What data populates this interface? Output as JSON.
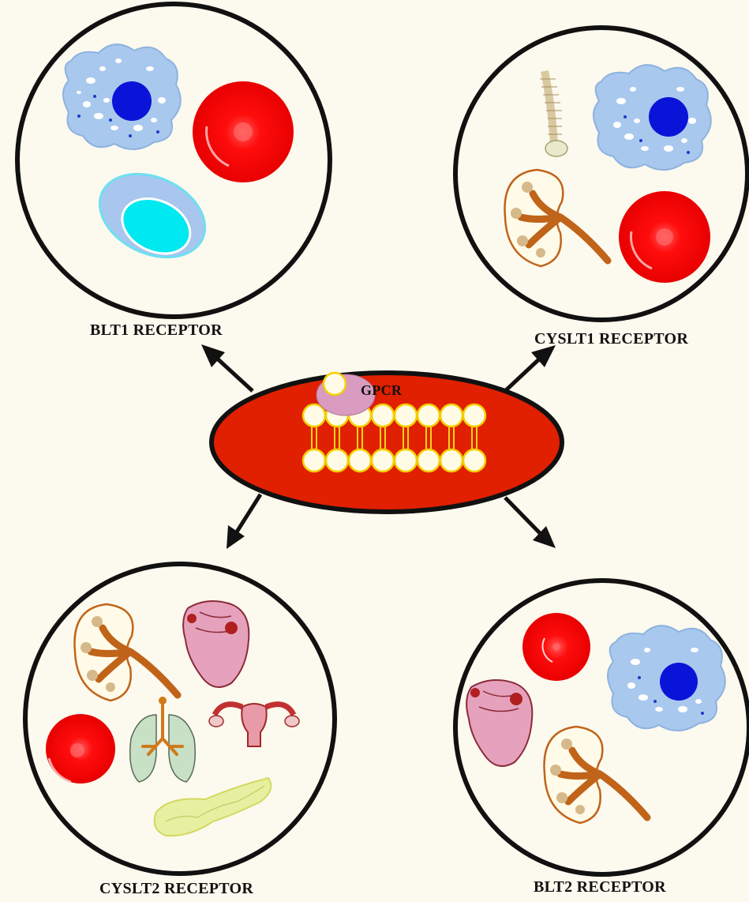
{
  "labels": {
    "blt1": "BLT1 RECEPTOR",
    "cyslt1": "CYSLT1 RECEPTOR",
    "cyslt2": "CYSLT2 RECEPTOR",
    "blt2": "BLT2 RECEPTOR",
    "gpcr": "GPCR"
  },
  "colors": {
    "background": "#fcf9ee",
    "cell_membrane": "#e02000",
    "rbc": "#ff0000",
    "cell_cytoplasm": "#a9c8ee",
    "nucleus": "#0a14d8",
    "kidney": "#c0641a",
    "heart": "#e6a2bc",
    "lung": "#c7e0c6",
    "pancreas": "#e6f0a0",
    "uterus": "#c23030"
  }
}
